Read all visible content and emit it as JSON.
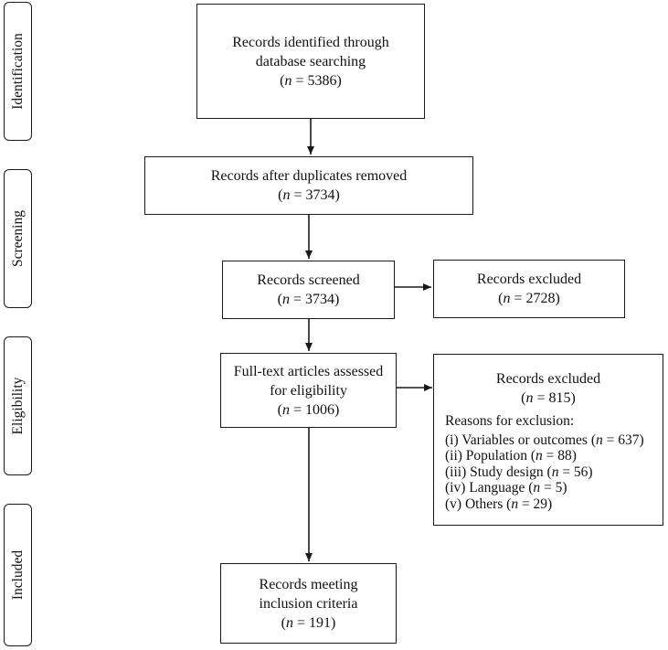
{
  "stages": {
    "identification": "Identification",
    "screening": "Screening",
    "eligibility": "Eligibility",
    "included": "Included"
  },
  "boxes": {
    "identified": {
      "line1": "Records identified through",
      "line2": "database searching",
      "n_open": "(",
      "n_var": "n",
      "n_value": " = 5386)"
    },
    "duplicates_removed": {
      "line1": "Records after duplicates removed",
      "n_open": "(",
      "n_var": "n",
      "n_value": " = 3734)"
    },
    "screened": {
      "line1": "Records screened",
      "n_open": "(",
      "n_var": "n",
      "n_value": " = 3734)"
    },
    "excluded_screening": {
      "line1": "Records excluded",
      "n_open": "(",
      "n_var": "n",
      "n_value": " = 2728)"
    },
    "fulltext": {
      "line1": "Full-text articles assessed",
      "line2": "for eligibility",
      "n_open": "(",
      "n_var": "n",
      "n_value": " = 1006)"
    },
    "excluded_fulltext": {
      "line1": "Records excluded",
      "n_open": "(",
      "n_var": "n",
      "n_value": " = 815)",
      "reasons_title": "Reasons for exclusion:",
      "reasons": [
        {
          "label": "(i) Variables or outcomes (",
          "n_var": "n",
          "n_value": " = 637)"
        },
        {
          "label": "(ii) Population (",
          "n_var": "n",
          "n_value": " = 88)"
        },
        {
          "label": "(iii) Study design (",
          "n_var": "n",
          "n_value": " = 56)"
        },
        {
          "label": "(iv) Language (",
          "n_var": "n",
          "n_value": " = 5)"
        },
        {
          "label": "(v) Others (",
          "n_var": "n",
          "n_value": " = 29)"
        }
      ]
    },
    "included": {
      "line1": "Records meeting",
      "line2": "inclusion criteria",
      "n_open": "(",
      "n_var": "n",
      "n_value": " = 191)"
    }
  }
}
